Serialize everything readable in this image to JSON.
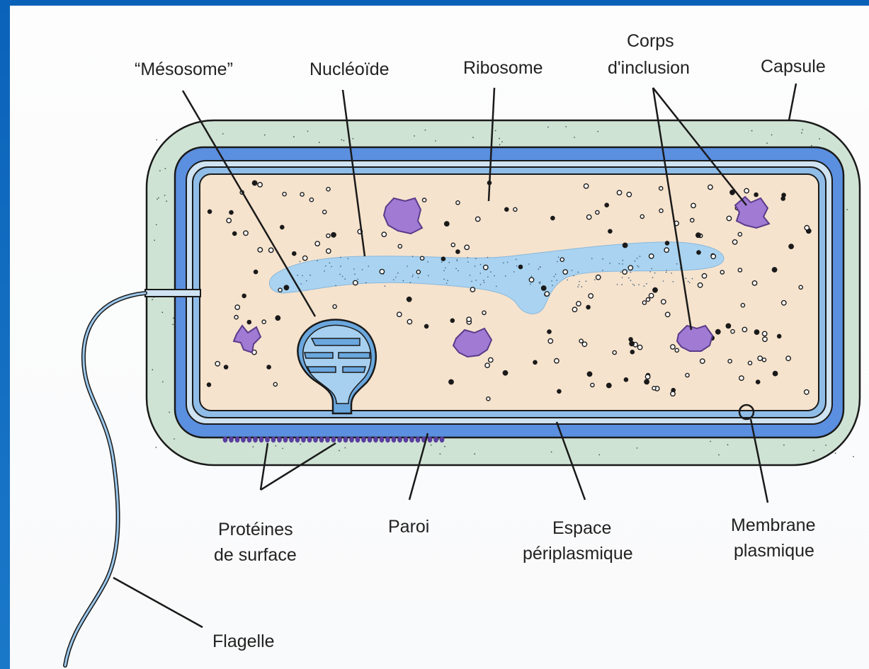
{
  "labels": {
    "mesosome": "“Mésosome”",
    "nucleoide": "Nucléoïde",
    "ribosome": "Ribosome",
    "corps_inclusion": [
      "Corps",
      "d'inclusion"
    ],
    "capsule": "Capsule",
    "proteines_surface": [
      "Protéines",
      "de surface"
    ],
    "paroi": "Paroi",
    "espace_periplasmique": [
      "Espace",
      "périplasmique"
    ],
    "membrane_plasmique": [
      "Membrane",
      "plasmique"
    ],
    "flagelle": "Flagelle"
  },
  "colors": {
    "frame": "#0a62b8",
    "capsule": "#cfe3d4",
    "wall": "#5b8fe0",
    "cytoplasm": "#f6e3cd",
    "nucleoid": "#a9d3f0",
    "inclusion": "#a17ad4",
    "outline": "#1a1a1a"
  }
}
